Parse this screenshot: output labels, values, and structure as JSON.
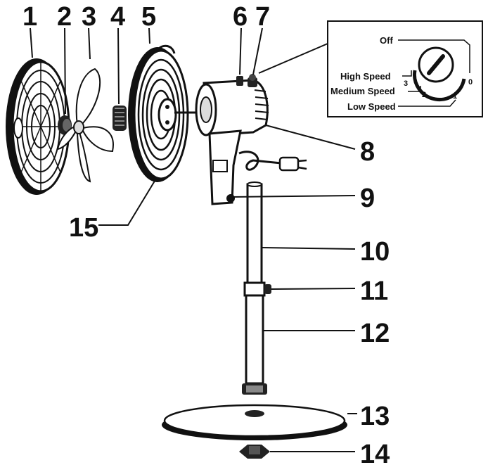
{
  "part_numbers": {
    "p1": "1",
    "p2": "2",
    "p3": "3",
    "p4": "4",
    "p5": "5",
    "p6": "6",
    "p7": "7",
    "p8": "8",
    "p9": "9",
    "p10": "10",
    "p11": "11",
    "p12": "12",
    "p13": "13",
    "p14": "14",
    "p15": "15"
  },
  "switch_inset": {
    "off_label": "Off",
    "high_label": "High Speed",
    "high_num": "3",
    "medium_label": "Medium Speed",
    "medium_num": "2",
    "low_label": "Low Speed",
    "low_num": "1",
    "off_num": "0"
  }
}
